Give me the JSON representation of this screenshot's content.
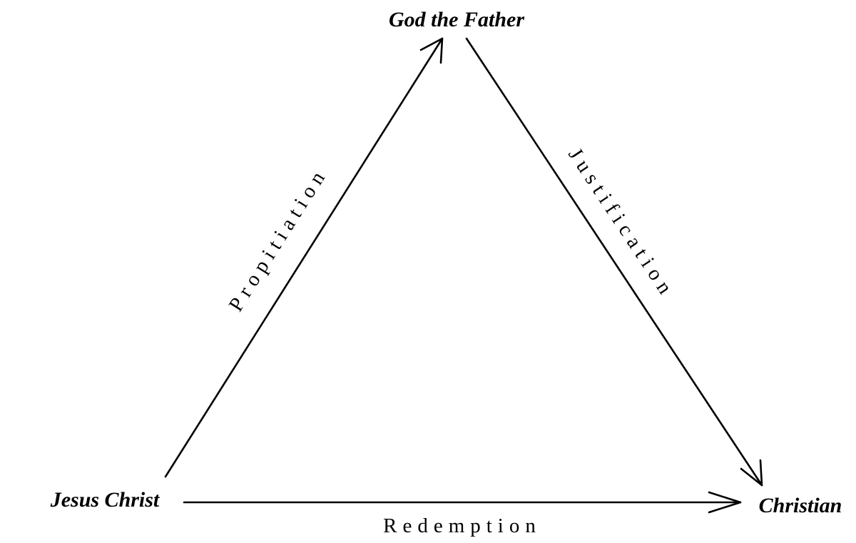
{
  "nodes": {
    "top": "God the Father",
    "left": "Jesus Christ",
    "right": "Christian"
  },
  "edges": {
    "left_to_top": "Propitiation",
    "top_to_right": "Justification",
    "left_to_right": "Redemption"
  },
  "colors": {
    "ink": "#000000",
    "background": "#ffffff"
  }
}
